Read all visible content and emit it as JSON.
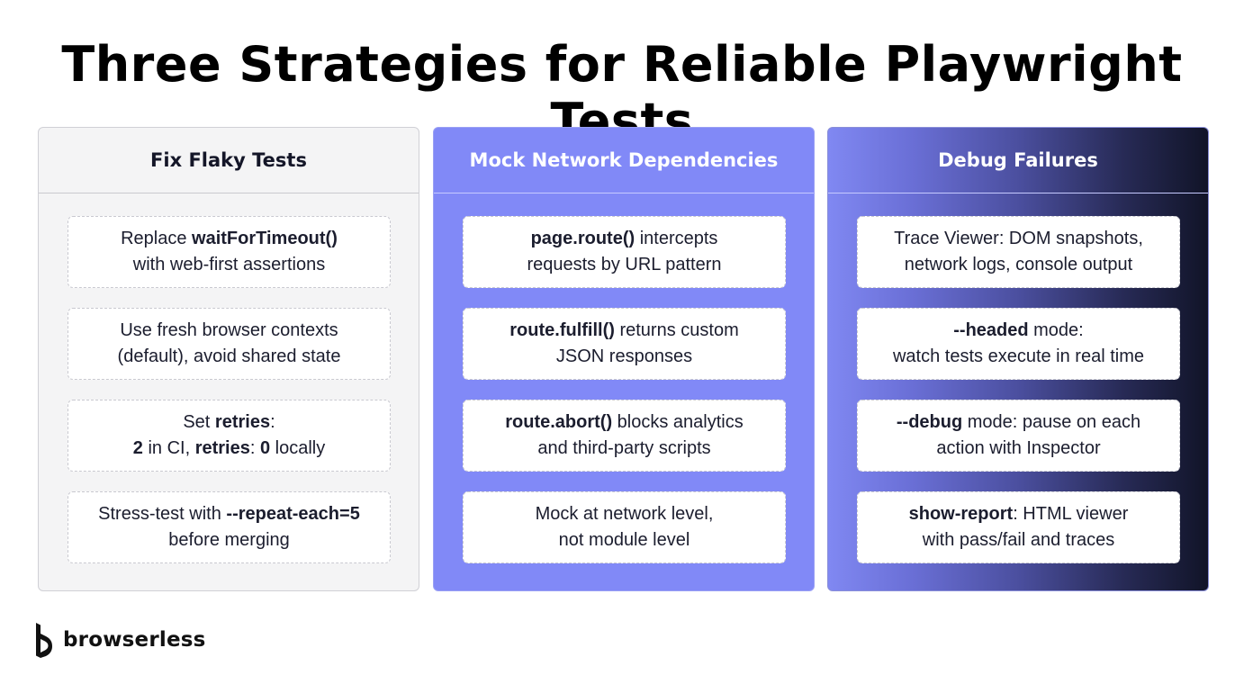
{
  "title": "Three Strategies for Reliable Playwright Tests",
  "columns": [
    {
      "header": "Fix Flaky Tests",
      "cards": [
        {
          "lines": [
            [
              {
                "t": "Replace "
              },
              {
                "t": "waitForTimeout()",
                "b": true
              }
            ],
            [
              {
                "t": "with web-first assertions"
              }
            ]
          ]
        },
        {
          "lines": [
            [
              {
                "t": "Use fresh browser contexts"
              }
            ],
            [
              {
                "t": "(default), avoid shared state"
              }
            ]
          ]
        },
        {
          "lines": [
            [
              {
                "t": "Set "
              },
              {
                "t": "retries",
                "b": true
              },
              {
                "t": ":"
              }
            ],
            [
              {
                "t": "2",
                "b": true
              },
              {
                "t": " in CI, "
              },
              {
                "t": "retries",
                "b": true
              },
              {
                "t": ": "
              },
              {
                "t": "0",
                "b": true
              },
              {
                "t": " locally"
              }
            ]
          ]
        },
        {
          "lines": [
            [
              {
                "t": "Stress-test with "
              },
              {
                "t": "--repeat-each=5",
                "b": true
              }
            ],
            [
              {
                "t": "before merging"
              }
            ]
          ]
        }
      ]
    },
    {
      "header": "Mock Network Dependencies",
      "cards": [
        {
          "lines": [
            [
              {
                "t": "page.route()",
                "b": true
              },
              {
                "t": " intercepts"
              }
            ],
            [
              {
                "t": "requests by URL pattern"
              }
            ]
          ]
        },
        {
          "lines": [
            [
              {
                "t": "route.fulfill()",
                "b": true
              },
              {
                "t": " returns custom"
              }
            ],
            [
              {
                "t": "JSON responses"
              }
            ]
          ]
        },
        {
          "lines": [
            [
              {
                "t": "route.abort()",
                "b": true
              },
              {
                "t": " blocks analytics"
              }
            ],
            [
              {
                "t": "and third-party scripts"
              }
            ]
          ]
        },
        {
          "lines": [
            [
              {
                "t": "Mock at network level,"
              }
            ],
            [
              {
                "t": "not module level"
              }
            ]
          ]
        }
      ]
    },
    {
      "header": "Debug Failures",
      "cards": [
        {
          "lines": [
            [
              {
                "t": "Trace Viewer: DOM snapshots,"
              }
            ],
            [
              {
                "t": "network logs, console output"
              }
            ]
          ]
        },
        {
          "lines": [
            [
              {
                "t": "--headed",
                "b": true
              },
              {
                "t": " mode:"
              }
            ],
            [
              {
                "t": "watch tests execute in real time"
              }
            ]
          ]
        },
        {
          "lines": [
            [
              {
                "t": "--debug",
                "b": true
              },
              {
                "t": " mode: pause on each"
              }
            ],
            [
              {
                "t": "action with Inspector"
              }
            ]
          ]
        },
        {
          "lines": [
            [
              {
                "t": "show-report",
                "b": true
              },
              {
                "t": ": HTML viewer"
              }
            ],
            [
              {
                "t": "with pass/fail and traces"
              }
            ]
          ]
        }
      ]
    }
  ],
  "logo": {
    "text": "browserless",
    "icon": "browserless-logo-icon"
  },
  "colors": {
    "col1_bg": "#f4f4f5",
    "col2_bg": "#8189f7",
    "col3_gradient": [
      "#8088f2",
      "#111428"
    ],
    "card_bg": "#ffffff",
    "text_dark": "#1b1d2e"
  }
}
